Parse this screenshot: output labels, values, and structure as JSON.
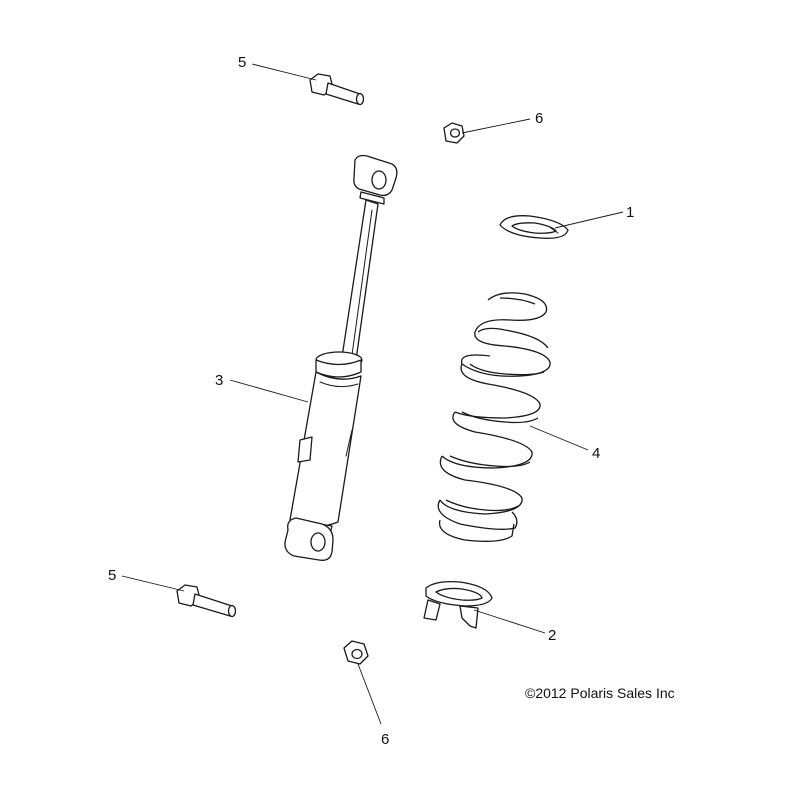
{
  "callouts": {
    "c1": "1",
    "c2": "2",
    "c3": "3",
    "c4": "4",
    "c5_top": "5",
    "c5_bottom": "5",
    "c6_top": "6",
    "c6_bottom": "6"
  },
  "copyright": "©2012 Polaris Sales Inc",
  "colors": {
    "line": "#1a1a1a",
    "background": "#ffffff"
  }
}
